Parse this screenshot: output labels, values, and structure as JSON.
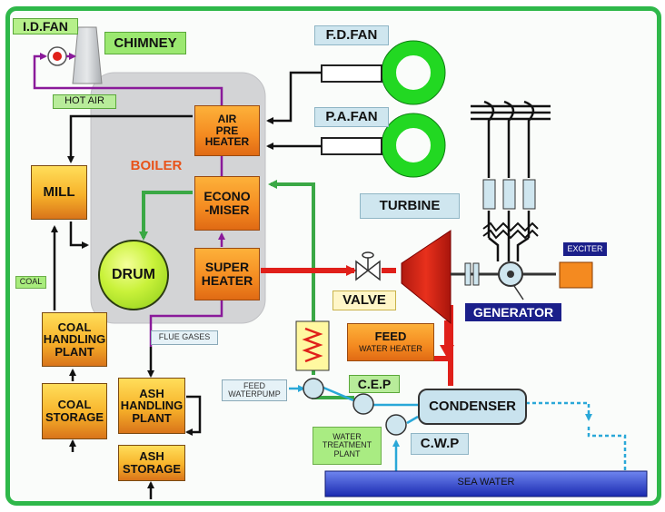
{
  "labels": {
    "id_fan": "I.D.FAN",
    "chimney": "CHIMNEY",
    "fd_fan": "F.D.FAN",
    "pa_fan": "P.A.FAN",
    "hot_air": "HOT AIR",
    "boiler": "BOILER",
    "air_pre_heater": "AIR\nPRE\nHEATER",
    "economiser": "ECONO\n-MISER",
    "super_heater": "SUPER\nHEATER",
    "drum": "DRUM",
    "mill": "MILL",
    "coal": "COAL",
    "coal_handling_plant": "COAL\nHANDLING\nPLANT",
    "coal_storage": "COAL\nSTORAGE",
    "ash_handling_plant": "ASH\nHANDLING\nPLANT",
    "ash_storage": "ASH\nSTORAGE",
    "flue_gases": "FLUE GASES",
    "turbine": "TURBINE",
    "valve": "VALVE",
    "exciter": "EXCITER",
    "generator": "GENERATOR",
    "feed_water_heater_title": "FEED",
    "feed_water_heater_sub": "WATER HEATER",
    "feed_waterpump": "FEED\nWATERPUMP",
    "cep": "C.E.P",
    "condenser": "CONDENSER",
    "cwp": "C.W.P",
    "water_treatment_plant": "WATER\nTREATMENT\nPLANT",
    "sea_water": "SEA WATER"
  },
  "colors": {
    "border_green": "#2fb84a",
    "steam_red": "#e0201a",
    "water_green": "#3aa845",
    "flue_purple": "#8a1a9a",
    "sea_blue": "#2a3ea8",
    "cooling_cyan": "#2aa8d8"
  }
}
